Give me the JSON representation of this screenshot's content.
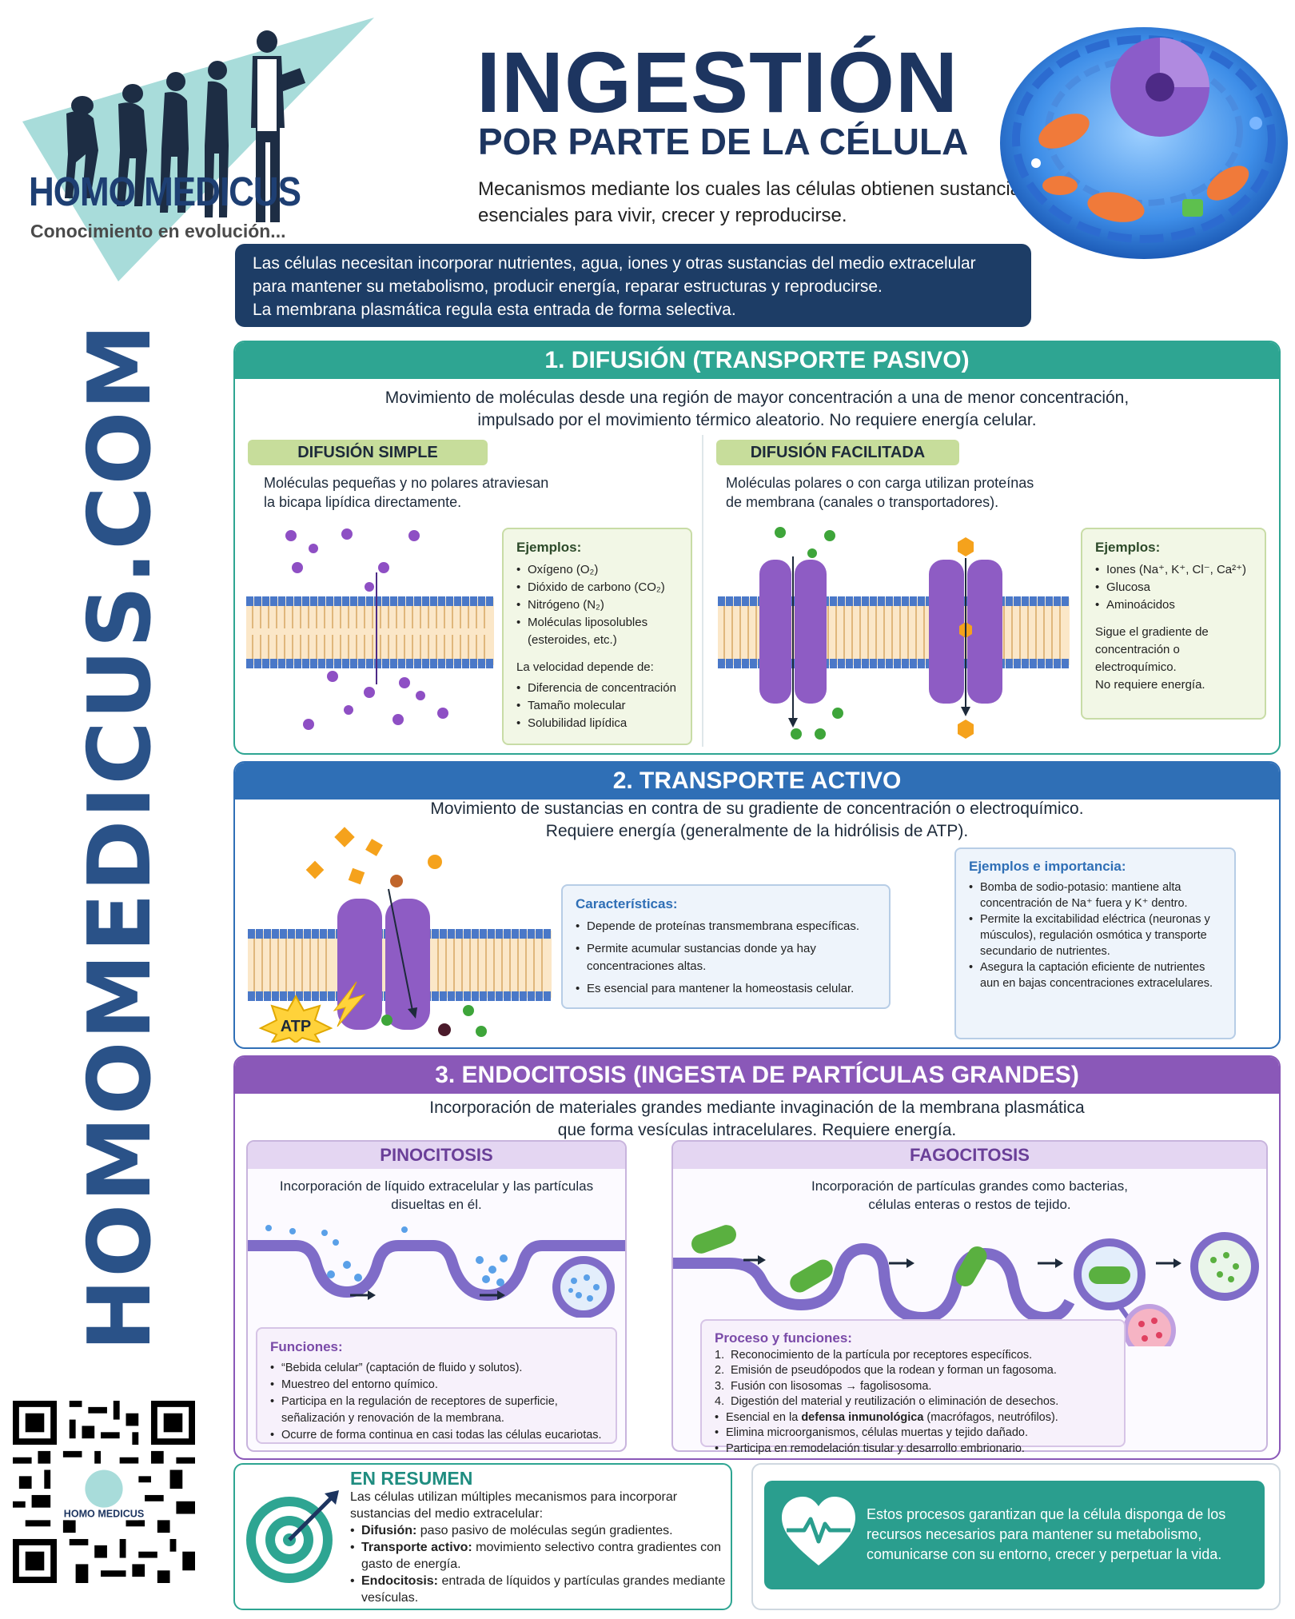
{
  "brand": {
    "name": "HOMO MEDICUS",
    "tagline": "Conocimiento en evolución...",
    "website": "HOMOMEDICUS.COM",
    "qr_caption": "HOMO MEDICUS"
  },
  "header": {
    "title": "INGESTIÓN",
    "subtitle": "POR PARTE DE LA CÉLULA",
    "description": "Mecanismos mediante los cuales las células obtienen sustancias esenciales para vivir, crecer y reproducirse."
  },
  "intro": {
    "line1": "Las células necesitan incorporar nutrientes, agua, iones y otras sustancias del medio extracelular",
    "line2": "para mantener su metabolismo, producir energía, reparar estructuras y reproducirse.",
    "line3": "La membrana plasmática regula esta entrada de forma selectiva."
  },
  "section1": {
    "title": "1. DIFUSIÓN (TRANSPORTE PASIVO)",
    "intro_line1": "Movimiento de moléculas desde una región de mayor concentración a una de menor concentración,",
    "intro_line2": "impulsado por el movimiento térmico aleatorio. No requiere energía celular.",
    "simple": {
      "label": "DIFUSIÓN SIMPLE",
      "desc_line1": "Moléculas pequeñas y no polares atraviesan",
      "desc_line2": "la bicapa lipídica directamente.",
      "examples_title": "Ejemplos:",
      "examples": [
        "Oxígeno (O₂)",
        "Dióxido de carbono (CO₂)",
        "Nitrógeno (N₂)",
        "Moléculas liposolubles (esteroides, etc.)"
      ],
      "speed_title": "La velocidad depende de:",
      "speed_factors": [
        "Diferencia de concentración",
        "Tamaño molecular",
        "Solubilidad lipídica"
      ]
    },
    "facilitated": {
      "label": "DIFUSIÓN FACILITADA",
      "desc_line1": "Moléculas polares o con carga utilizan proteínas",
      "desc_line2": "de membrana (canales o transportadores).",
      "examples_title": "Ejemplos:",
      "examples": [
        "Iones (Na⁺, K⁺, Cl⁻, Ca²⁺)",
        "Glucosa",
        "Aminoácidos"
      ],
      "note": "Sigue el gradiente de concentración o electroquímico.",
      "note2": "No requiere energía."
    }
  },
  "section2": {
    "title": "2. TRANSPORTE ACTIVO",
    "intro_line1": "Movimiento de sustancias en contra de su gradiente de concentración o electroquímico.",
    "intro_line2": "Requiere energía (generalmente de la hidrólisis de ATP).",
    "atp_label": "ATP",
    "characteristics_title": "Características:",
    "characteristics": [
      "Depende de proteínas transmembrana específicas.",
      "Permite acumular sustancias donde ya hay concentraciones altas.",
      "Es esencial para mantener la homeostasis celular."
    ],
    "examples_title": "Ejemplos e importancia:",
    "examples": [
      "Bomba de sodio-potasio: mantiene alta concentración de Na⁺ fuera y K⁺ dentro.",
      "Permite la excitabilidad eléctrica (neuronas y músculos), regulación osmótica y transporte secundario de nutrientes.",
      "Asegura la captación eficiente de nutrientes aun en bajas concentraciones extracelulares."
    ]
  },
  "section3": {
    "title": "3. ENDOCITOSIS (INGESTA DE PARTÍCULAS GRANDES)",
    "intro_line1": "Incorporación de materiales grandes mediante invaginación de la membrana plasmática",
    "intro_line2": "que forma vesículas intracelulares. Requiere energía.",
    "pino": {
      "title": "PINOCITOSIS",
      "desc_line1": "Incorporación de líquido extracelular y las partículas",
      "desc_line2": "disueltas en él.",
      "functions_title": "Funciones:",
      "functions": [
        "“Bebida celular” (captación de fluido y solutos).",
        "Muestreo del entorno químico.",
        "Participa en la regulación de receptores de superficie, señalización y renovación de la membrana.",
        "Ocurre de forma continua en casi todas las células eucariotas."
      ]
    },
    "fago": {
      "title": "FAGOCITOSIS",
      "desc_line1": "Incorporación de partículas grandes como bacterias,",
      "desc_line2": "células enteras o restos de tejido.",
      "process_title": "Proceso y funciones:",
      "steps": [
        "Reconocimiento de la partícula por receptores específicos.",
        "Emisión de pseudópodos que la rodean y forman un fagosoma.",
        "Fusión con lisosomas → fagolisosoma.",
        "Digestión del material y reutilización o eliminación de desechos."
      ],
      "bullet1_pre": "Esencial en la ",
      "bullet1_bold": "defensa inmunológica",
      "bullet1_post": " (macrófagos, neutrófilos).",
      "bullet2": "Elimina microorganismos, células muertas y tejido dañado.",
      "bullet3": "Participa en remodelación tisular y desarrollo embrionario."
    }
  },
  "summary": {
    "title": "EN RESUMEN",
    "intro": "Las células utilizan múltiples mecanismos para incorporar sustancias del medio extracelular:",
    "item1_label": "Difusión:",
    "item1_text": " paso pasivo de moléculas según gradientes.",
    "item2_label": "Transporte activo:",
    "item2_text": " movimiento selectivo contra gradientes con gasto de energía.",
    "item3_label": "Endocitosis:",
    "item3_text": " entrada de líquidos y partículas grandes mediante vesículas."
  },
  "closing": {
    "text": "Estos procesos garantizan que la célula disponga de los recursos necesarios para mantener su metabolismo, comunicarse con su entorno, crecer y perpetuar la vida."
  },
  "colors": {
    "navy": "#1d3560",
    "teal": "#2ea592",
    "blue": "#2f6fb6",
    "purple": "#8a58b8",
    "membrane_head": "#4a78c8",
    "protein": "#8e5cc4"
  },
  "icons": [
    "evolution-logo-icon",
    "cell-illustration",
    "qr-code",
    "target-icon",
    "heart-pulse-icon",
    "arrow-right-icon",
    "atp-burst-icon"
  ]
}
